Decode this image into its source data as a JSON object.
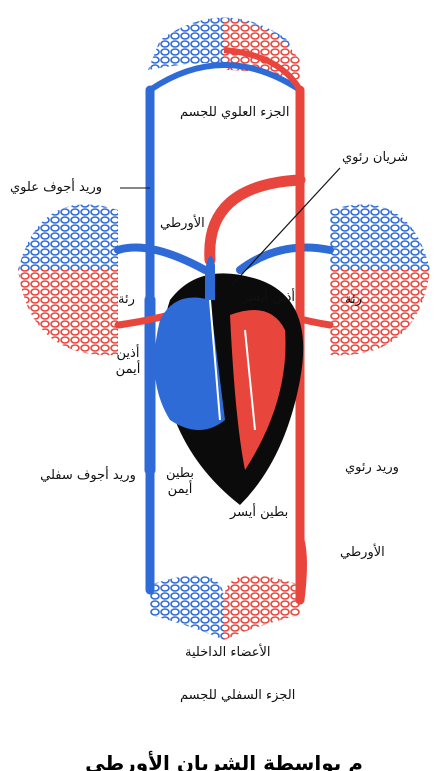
{
  "labels": {
    "upper_body": "الجزء العلوي للجسم",
    "pulmonary_artery": "شريان رئوي",
    "superior_vena_cava": "وريد أجوف علوي",
    "aorta_top": "الأورطي",
    "lung_left": "رئة",
    "lung_right": "رئة",
    "left_atrium": "أذين أيسر",
    "right_atrium": "أذين أيمن",
    "right_ventricle": "بطين أيمن",
    "left_ventricle": "بطين أيسر",
    "inferior_vena_cava": "وريد أجوف سفلي",
    "pulmonary_vein": "وريد رئوي",
    "aorta_bottom": "الأورطي",
    "internal_organs": "الأعضاء الداخلية",
    "lower_body": "الجزء السفلي للجسم"
  },
  "caption": "م بواسطة الشريان الأورطي",
  "colors": {
    "oxygenated": "#e8453c",
    "deoxygenated": "#2f6bd6",
    "heart_shadow": "#0b0b0b"
  }
}
